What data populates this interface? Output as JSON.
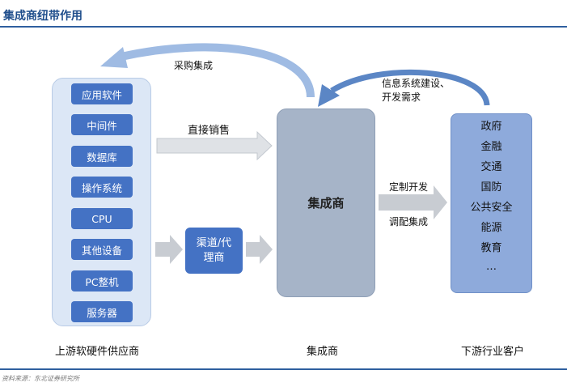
{
  "title": "集成商纽带作用",
  "source_note": "资料来源：东北证券研究所",
  "upstream": {
    "caption": "上游软硬件供应商",
    "items": [
      "应用软件",
      "中间件",
      "数据库",
      "操作系统",
      "CPU",
      "其他设备",
      "PC整机",
      "服务器"
    ]
  },
  "channel": {
    "line1": "渠道/代",
    "line2": "理商"
  },
  "integrator": {
    "label": "集成商",
    "caption": "集成商"
  },
  "customers": {
    "caption": "下游行业客户",
    "items": [
      "政府",
      "金融",
      "交通",
      "国防",
      "公共安全",
      "能源",
      "教育",
      "…"
    ]
  },
  "flows": {
    "procurement": "采购集成",
    "requirements_line1": "信息系统建设、",
    "requirements_line2": "开发需求",
    "direct_sales": "直接销售",
    "custom_dev": "定制开发",
    "integration": "调配集成"
  },
  "colors": {
    "accent": "#1f4e8c",
    "item_blue": "#4472c4",
    "panel_light": "#dce7f6",
    "integrator_gray": "#a6b4c8",
    "customer_blue": "#8eaadb",
    "arrow_gray": "#c8ccd2"
  }
}
